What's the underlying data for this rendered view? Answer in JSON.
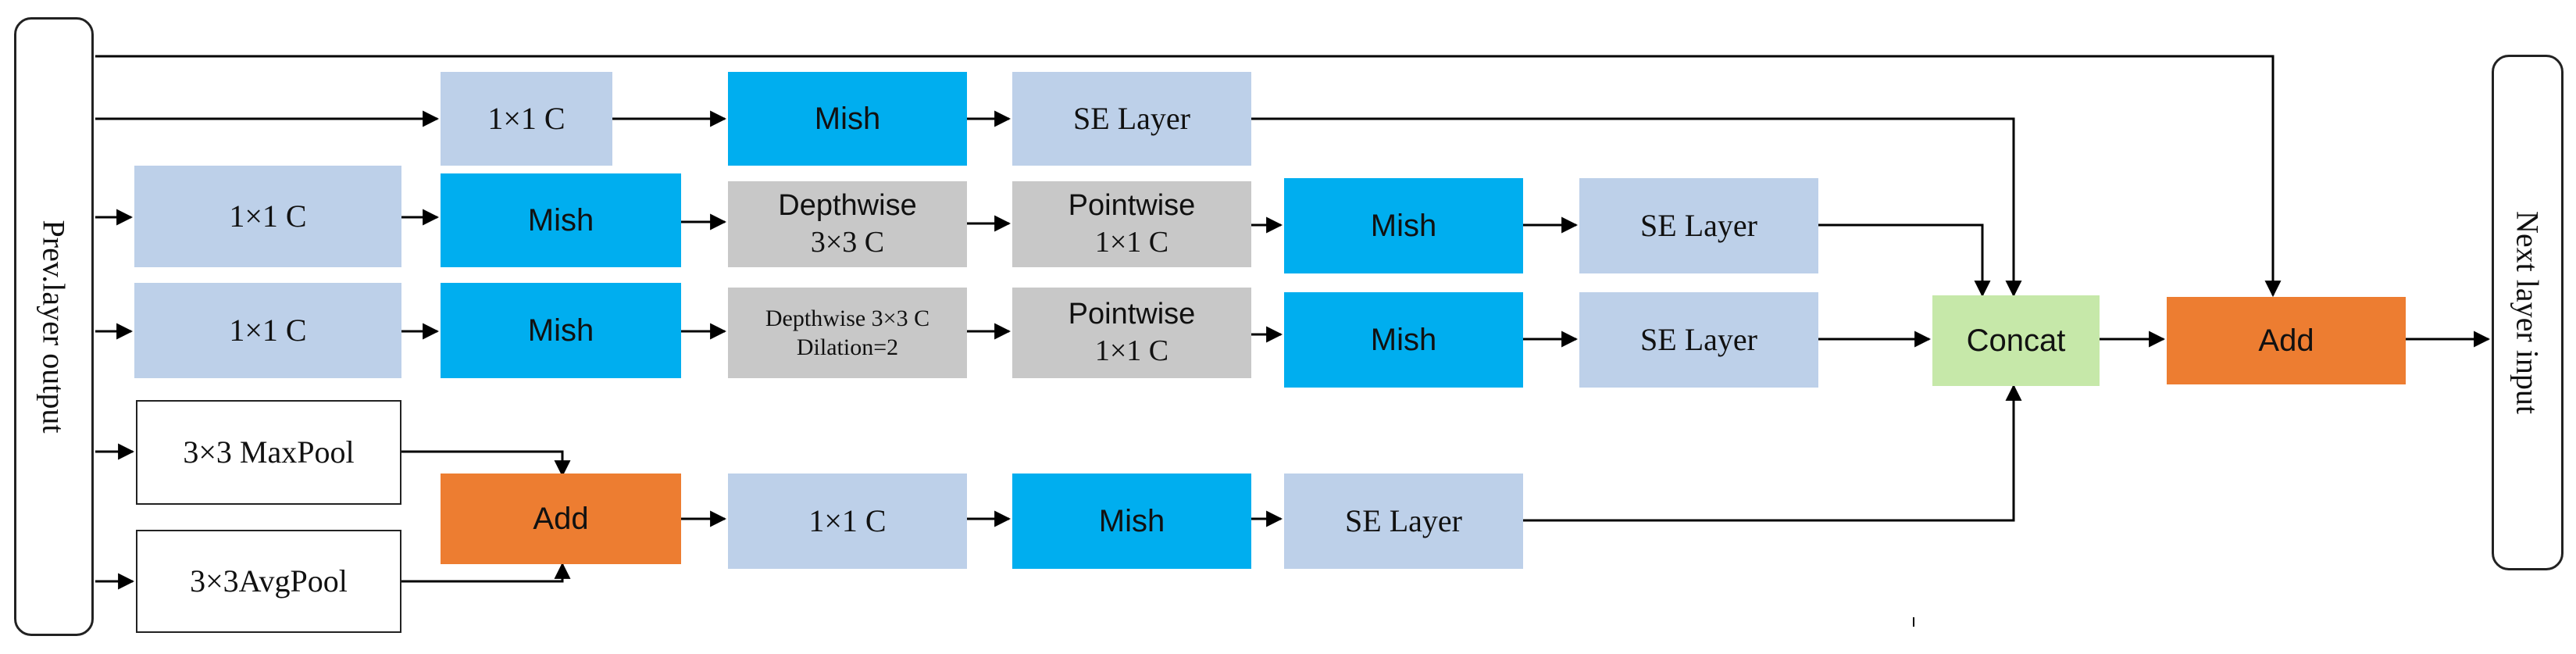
{
  "io": {
    "input_label": "Prev.layer output",
    "output_label": "Next layer input"
  },
  "branch1": {
    "conv": "1×1 C",
    "act": "Mish",
    "se": "SE Layer"
  },
  "branch2": {
    "conv": "1×1 C",
    "act1": "Mish",
    "depthwise_line1": "Depthwise",
    "depthwise_line2": "3×3 C",
    "pointwise_line1": "Pointwise",
    "pointwise_line2": "1×1 C",
    "act2": "Mish",
    "se": "SE Layer"
  },
  "branch3": {
    "conv": "1×1 C",
    "act1": "Mish",
    "depthwise_line1": "Depthwise 3×3 C",
    "depthwise_line2": "Dilation=2",
    "pointwise_line1": "Pointwise",
    "pointwise_line2": "1×1 C",
    "act2": "Mish",
    "se": "SE Layer"
  },
  "branch4": {
    "maxpool": "3×3 MaxPool",
    "avgpool": "3×3AvgPool",
    "add": "Add",
    "conv": "1×1 C",
    "act": "Mish",
    "se": "SE Layer"
  },
  "merge": {
    "concat": "Concat",
    "add": "Add"
  },
  "colors": {
    "light_blue": "#bdd0e9",
    "mish_blue": "#00aeef",
    "grey": "#c8c8c8",
    "orange": "#ed7d31",
    "green": "#c6e8a9"
  }
}
